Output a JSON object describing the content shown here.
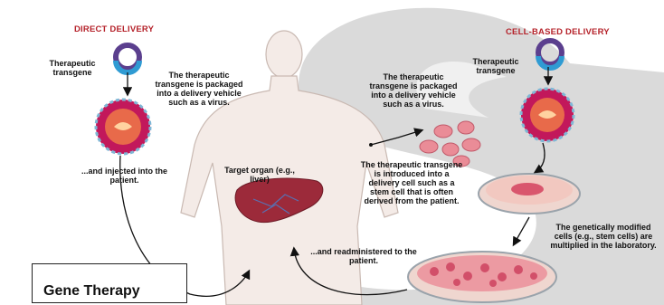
{
  "headings": {
    "direct": "DIRECT DELIVERY",
    "cell_based": "CELL-BASED DELIVERY"
  },
  "labels": {
    "transgene_left": "Therapeutic transgene",
    "transgene_right": "Therapeutic transgene",
    "packaged_left": "The therapeutic transgene is packaged into a delivery vehicle such as a virus.",
    "packaged_center": "The therapeutic transgene is packaged into a delivery vehicle such as a virus.",
    "injected": "...and injected into the patient.",
    "target_organ": "Target organ (e.g., liver)",
    "introduced": "The therapeutic transgene is introduced into a delivery cell such as a stem cell that is often derived from the patient.",
    "multiplied": "The genetically modified cells (e.g., stem cells) are multiplied in the laboratory.",
    "readministered": "...and readministered to the patient."
  },
  "caption": "Gene Therapy",
  "colors": {
    "heading_red": "#b5222a",
    "watermark_gray": "#d6d6d6",
    "plasmid_purple": "#5b3f8e",
    "virus_pink": "#c2185b",
    "liver_red": "#9c2a3a"
  }
}
